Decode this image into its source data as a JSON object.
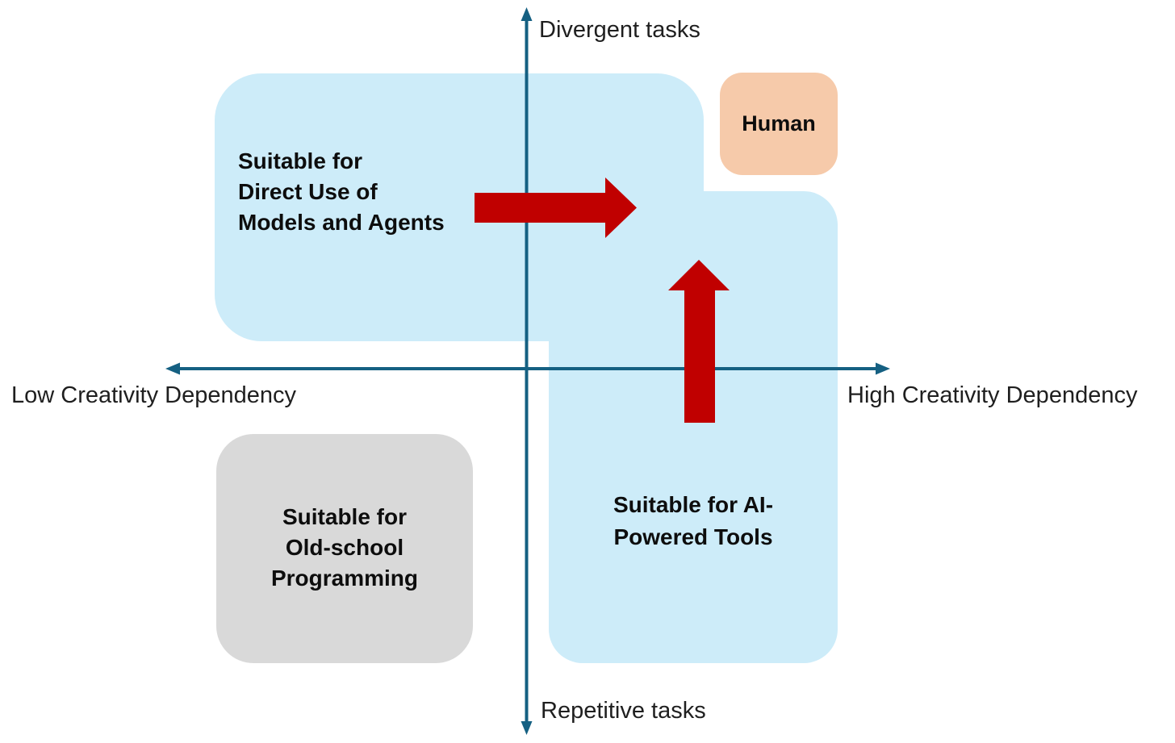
{
  "diagram": {
    "title": "Creativity dependency vs task type quadrant diagram",
    "colors": {
      "axis": "#156082",
      "arrow_red": "#c00000",
      "region_blue": "#cdecf9",
      "region_gray": "#d9d9d9",
      "human_peach": "#f6caaa",
      "label_text": "#1f1f1f",
      "bold_text": "#0d0d0d"
    },
    "axes": {
      "top_label": "Divergent tasks",
      "bottom_label": "Repetitive tasks",
      "left_label": "Low Creativity Dependency",
      "right_label": "High Creativity Dependency"
    },
    "regions": {
      "direct_use": {
        "lines": [
          "Suitable for",
          "Direct Use of",
          "Models and Agents"
        ],
        "fill": "#cdecf9",
        "quadrant": "top-left"
      },
      "ai_tools": {
        "lines": [
          "Suitable for AI-",
          "Powered Tools"
        ],
        "fill": "#cdecf9",
        "quadrant": "bottom-right"
      },
      "old_school": {
        "lines": [
          "Suitable for",
          "Old-school",
          "Programming"
        ],
        "fill": "#d9d9d9",
        "quadrant": "bottom-left"
      },
      "human": {
        "label": "Human",
        "fill": "#f6caaa",
        "quadrant": "top-right"
      }
    },
    "arrows": [
      {
        "name": "arrow-right",
        "direction": "right",
        "color": "#c00000"
      },
      {
        "name": "arrow-up",
        "direction": "up",
        "color": "#c00000"
      }
    ]
  }
}
